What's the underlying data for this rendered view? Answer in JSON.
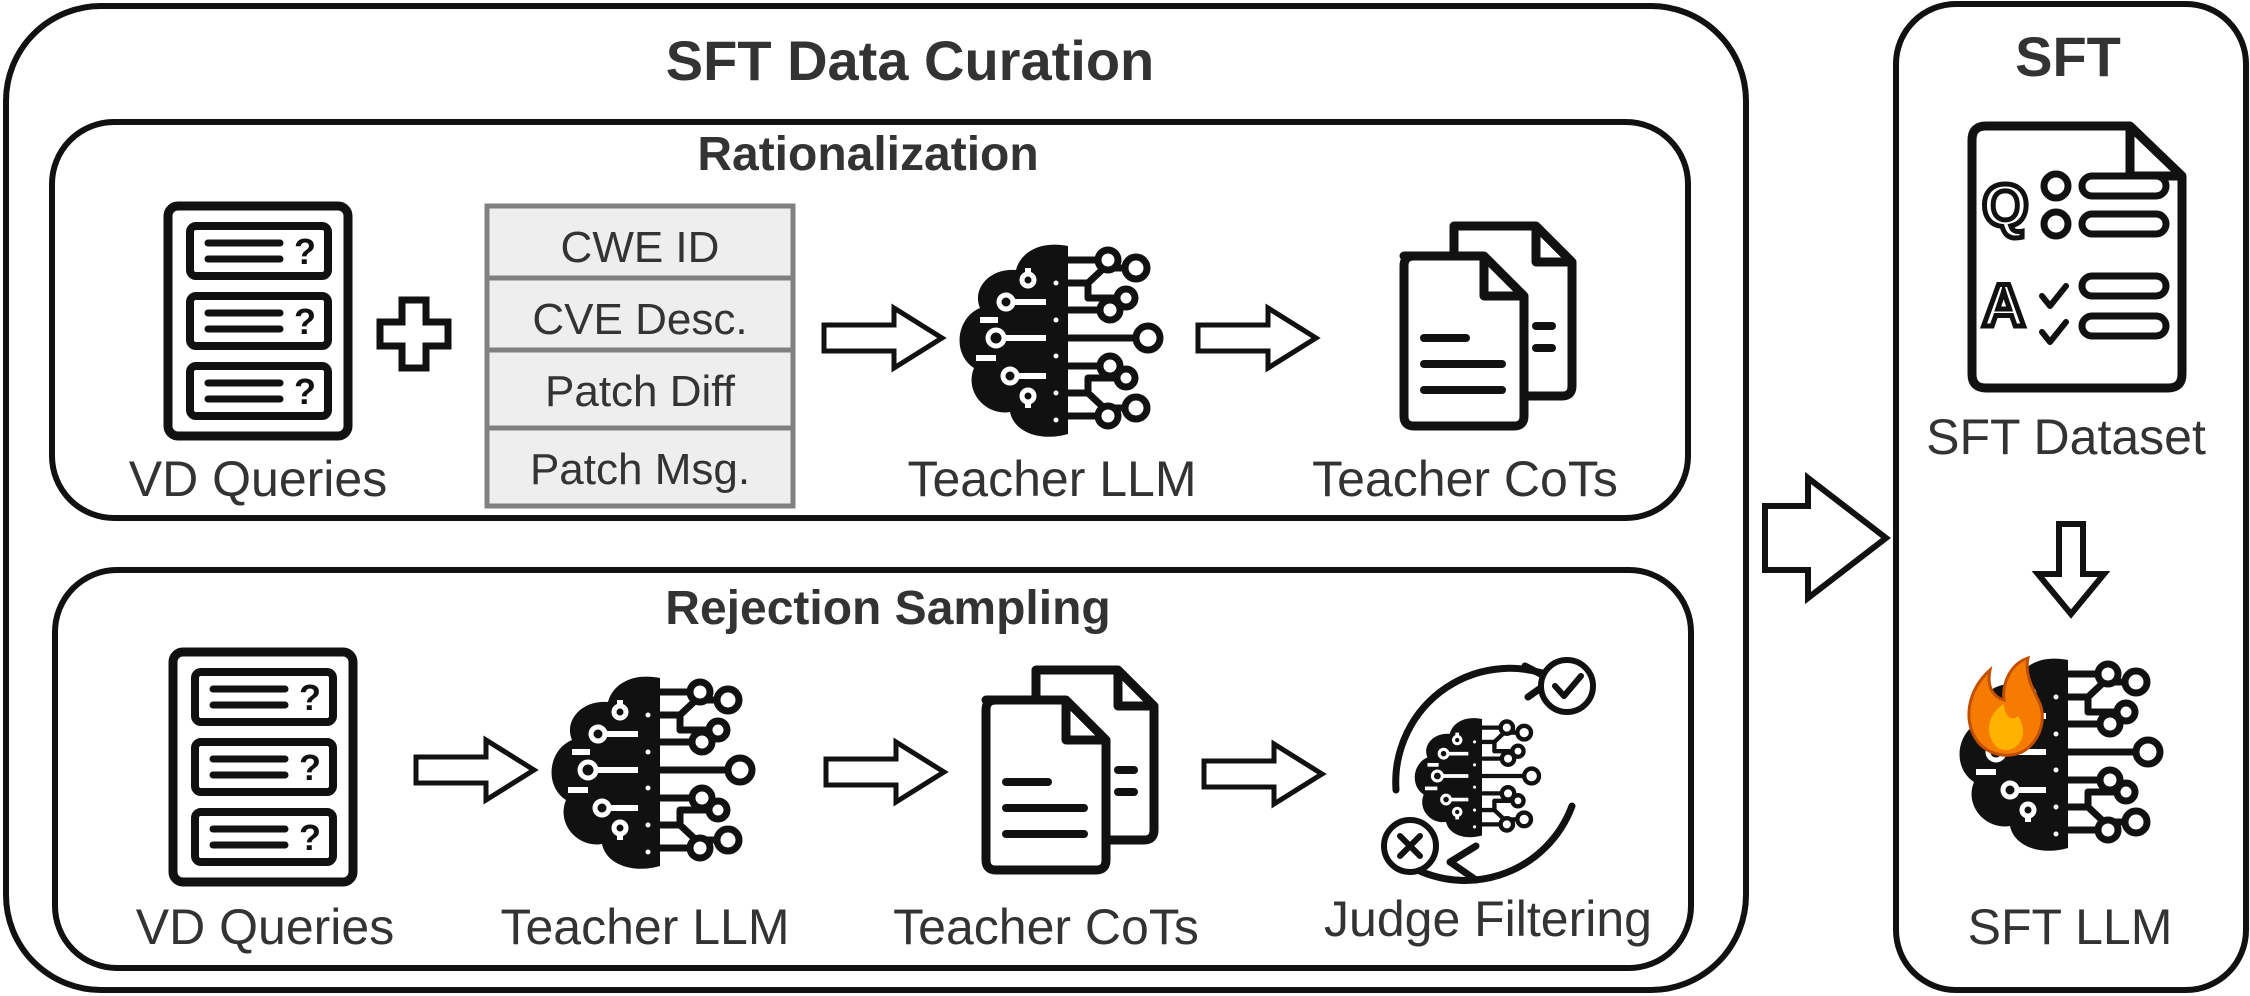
{
  "curation": {
    "title": "SFT Data Curation",
    "rationalization": {
      "title": "Rationalization",
      "queries_label": "VD Queries",
      "info_rows": [
        "CWE ID",
        "CVE Desc.",
        "Patch Diff",
        "Patch Msg."
      ],
      "teacher_label": "Teacher LLM",
      "cots_label": "Teacher CoTs"
    },
    "rejection": {
      "title": "Rejection Sampling",
      "queries_label": "VD Queries",
      "teacher_label": "Teacher LLM",
      "cots_label": "Teacher CoTs",
      "judge_label": "Judge Filtering"
    }
  },
  "sft": {
    "title": "SFT",
    "dataset_label": "SFT Dataset",
    "llm_label": "SFT LLM",
    "dataset_q_glyph": "Q",
    "dataset_a_glyph": "A"
  },
  "colors": {
    "stroke": "#111111",
    "text": "#333333",
    "info_fill": "#eeeeee",
    "info_border": "#808080",
    "flame_outer": "#f57c00",
    "flame_inner": "#ffb300"
  },
  "icons": [
    "query-list-icon",
    "plus-icon",
    "brain-circuit-icon",
    "documents-icon",
    "judge-filter-icon",
    "check-icon",
    "reject-icon",
    "qa-document-icon",
    "flame-icon",
    "arrow-icon"
  ]
}
